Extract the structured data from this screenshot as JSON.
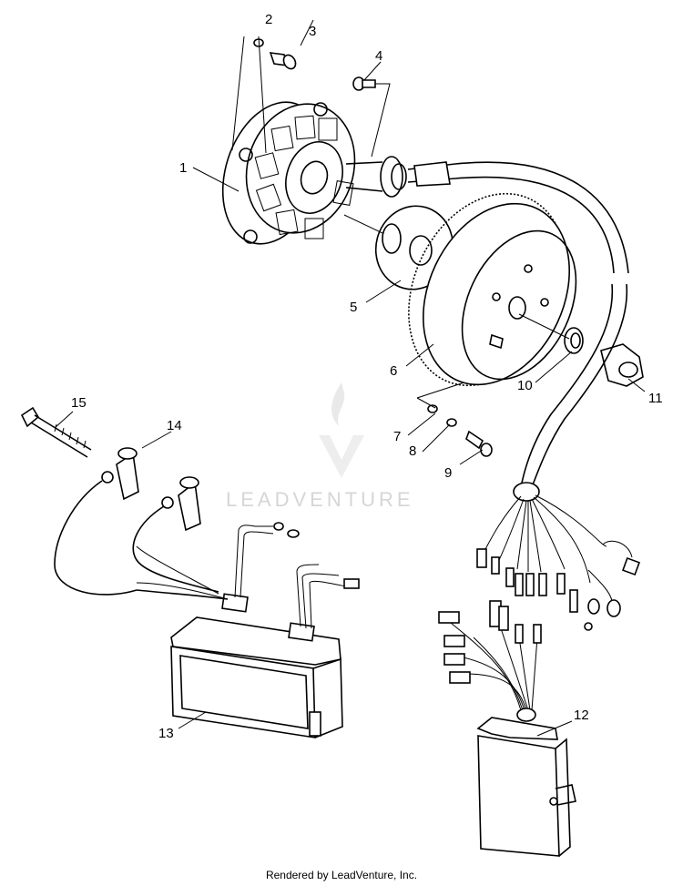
{
  "diagram": {
    "callouts": {
      "p1": "1",
      "p2": "2",
      "p3": "3",
      "p4": "4",
      "p5": "5",
      "p6": "6",
      "p7": "7",
      "p8": "8",
      "p9": "9",
      "p10": "10",
      "p11": "11",
      "p12": "12",
      "p13": "13",
      "p14": "14",
      "p15": "15"
    },
    "watermark": "LEADVENTURE",
    "footer": "Rendered by LeadVenture, Inc."
  }
}
